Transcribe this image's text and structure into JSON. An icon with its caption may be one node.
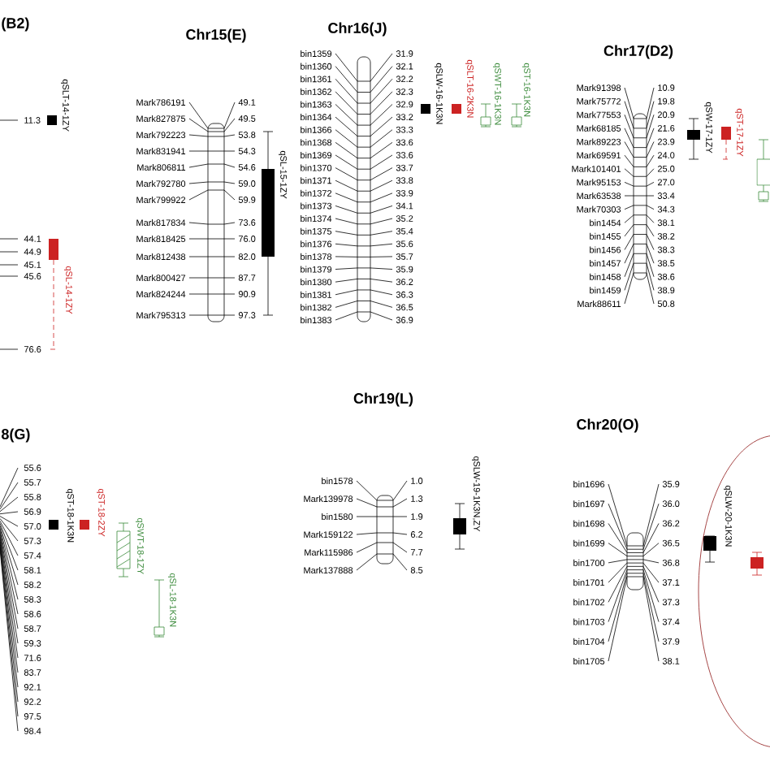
{
  "diagram": {
    "labels": [
      "(B2)",
      "11.3",
      "44.1",
      "44.9",
      "45.1",
      "45.6",
      "76.6",
      "qSLT-14-1ZY",
      "qSL-14-1ZY",
      "Chr15(E)",
      "Mark786191",
      "49.1",
      "Mark827875",
      "49.5",
      "Mark792223",
      "53.8",
      "Mark831941",
      "54.3",
      "Mark806811",
      "54.6",
      "Mark792780",
      "59.0",
      "Mark799922",
      "59.9",
      "Mark817834",
      "73.6",
      "Mark818425",
      "76.0",
      "Mark812438",
      "82.0",
      "Mark800427",
      "87.7",
      "Mark824244",
      "90.9",
      "Mark795313",
      "97.3",
      "qSL-15-1ZY",
      "Chr16(J)",
      "bin1359",
      "31.9",
      "bin1360",
      "32.1",
      "bin1361",
      "32.2",
      "bin1362",
      "32.3",
      "bin1363",
      "32.9",
      "bin1364",
      "33.2",
      "bin1366",
      "33.3",
      "bin1368",
      "33.6",
      "bin1369",
      "33.6",
      "bin1370",
      "33.7",
      "bin1371",
      "33.8",
      "bin1372",
      "33.9",
      "bin1373",
      "34.1",
      "bin1374",
      "35.2",
      "bin1375",
      "35.4",
      "bin1376",
      "35.6",
      "bin1378",
      "35.7",
      "bin1379",
      "35.9",
      "bin1380",
      "36.2",
      "bin1381",
      "36.3",
      "bin1382",
      "36.5",
      "bin1383",
      "36.9",
      "qSLW-16-1K3N",
      "qSLT-16-2K3N",
      "qSWT-16-1K3N",
      "qST-16-1K3N",
      "Chr17(D2)",
      "Mark91398",
      "10.9",
      "Mark75772",
      "19.8",
      "Mark77553",
      "20.9",
      "Mark68185",
      "21.6",
      "Mark89223",
      "23.9",
      "Mark69591",
      "24.0",
      "Mark101401",
      "25.0",
      "Mark95153",
      "27.0",
      "Mark63538",
      "33.4",
      "Mark70303",
      "34.3",
      "bin1454",
      "38.1",
      "bin1455",
      "38.2",
      "bin1456",
      "38.3",
      "bin1457",
      "38.5",
      "bin1458",
      "38.6",
      "bin1459",
      "38.9",
      "Mark88611",
      "50.8",
      "qSW-17-1ZY",
      "qST-17-1ZY",
      "8(G)",
      "55.6",
      "55.7",
      "55.8",
      "56.9",
      "57.0",
      "57.3",
      "57.4",
      "58.1",
      "58.2",
      "58.3",
      "58.6",
      "58.7",
      "59.3",
      "71.6",
      "83.7",
      "92.1",
      "92.2",
      "97.5",
      "98.4",
      "qST-18-1K3N",
      "qST-18-2ZY",
      "qSWT-18-1ZY",
      "qSL-18-1K3N",
      "Chr19(L)",
      "bin1578",
      "1.0",
      "Mark139978",
      "1.3",
      "bin1580",
      "1.9",
      "Mark159122",
      "6.2",
      "Mark115986",
      "7.7",
      "Mark137888",
      "8.5",
      "qSLW-19-1K3N,ZY",
      "Chr20(O)",
      "bin1696",
      "35.9",
      "bin1697",
      "36.0",
      "bin1698",
      "36.2",
      "bin1699",
      "36.5",
      "bin1700",
      "36.8",
      "bin1701",
      "37.1",
      "bin1702",
      "37.3",
      "bin1703",
      "37.4",
      "bin1704",
      "37.9",
      "bin1705",
      "38.1",
      "qSLW-20-1K3N"
    ]
  }
}
